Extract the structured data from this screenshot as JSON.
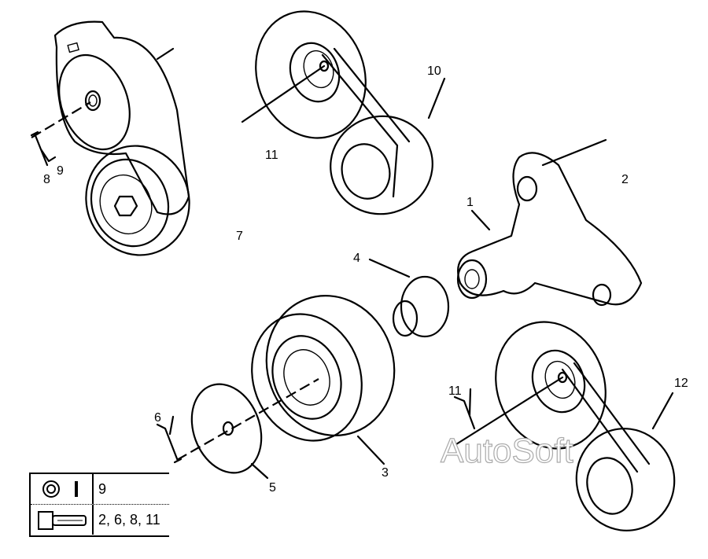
{
  "diagram": {
    "title": "Belt tensioner and idler pulley assembly",
    "callouts": [
      {
        "id": "1",
        "label": "1"
      },
      {
        "id": "2",
        "label": "2"
      },
      {
        "id": "3",
        "label": "3"
      },
      {
        "id": "4",
        "label": "4"
      },
      {
        "id": "5",
        "label": "5"
      },
      {
        "id": "6",
        "label": "6"
      },
      {
        "id": "7",
        "label": "7"
      },
      {
        "id": "8",
        "label": "8"
      },
      {
        "id": "9",
        "label": "9"
      },
      {
        "id": "10",
        "label": "10"
      },
      {
        "id": "11a",
        "label": "11"
      },
      {
        "id": "11b",
        "label": "11"
      },
      {
        "id": "12",
        "label": "12"
      }
    ],
    "watermark": "AutoSoft"
  },
  "legend": {
    "rows": [
      {
        "icon": "washer-and-pin-icon",
        "value": "9"
      },
      {
        "icon": "bolt-icon",
        "value": "2, 6, 8, 11"
      }
    ]
  }
}
